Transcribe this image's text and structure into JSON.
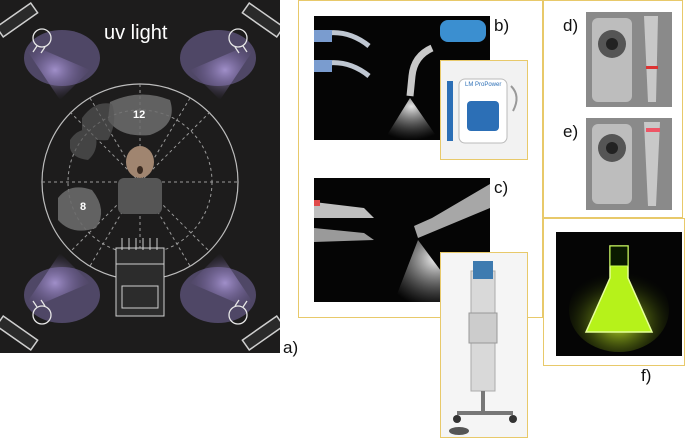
{
  "panel_a": {
    "title": "uv light",
    "zone_top_number": "12",
    "zone_left_number": "8",
    "label": "a)"
  },
  "labels": {
    "b": "b)",
    "c": "c)",
    "d": "d)",
    "e": "e)",
    "f": "f)"
  },
  "device_b_brand": "LM ProPower",
  "colors": {
    "frame": "#e8c96a",
    "uv_glow": "#a48bd8",
    "fluorescent": "#b6f21a",
    "dark_bg": "#1e1e1e"
  }
}
